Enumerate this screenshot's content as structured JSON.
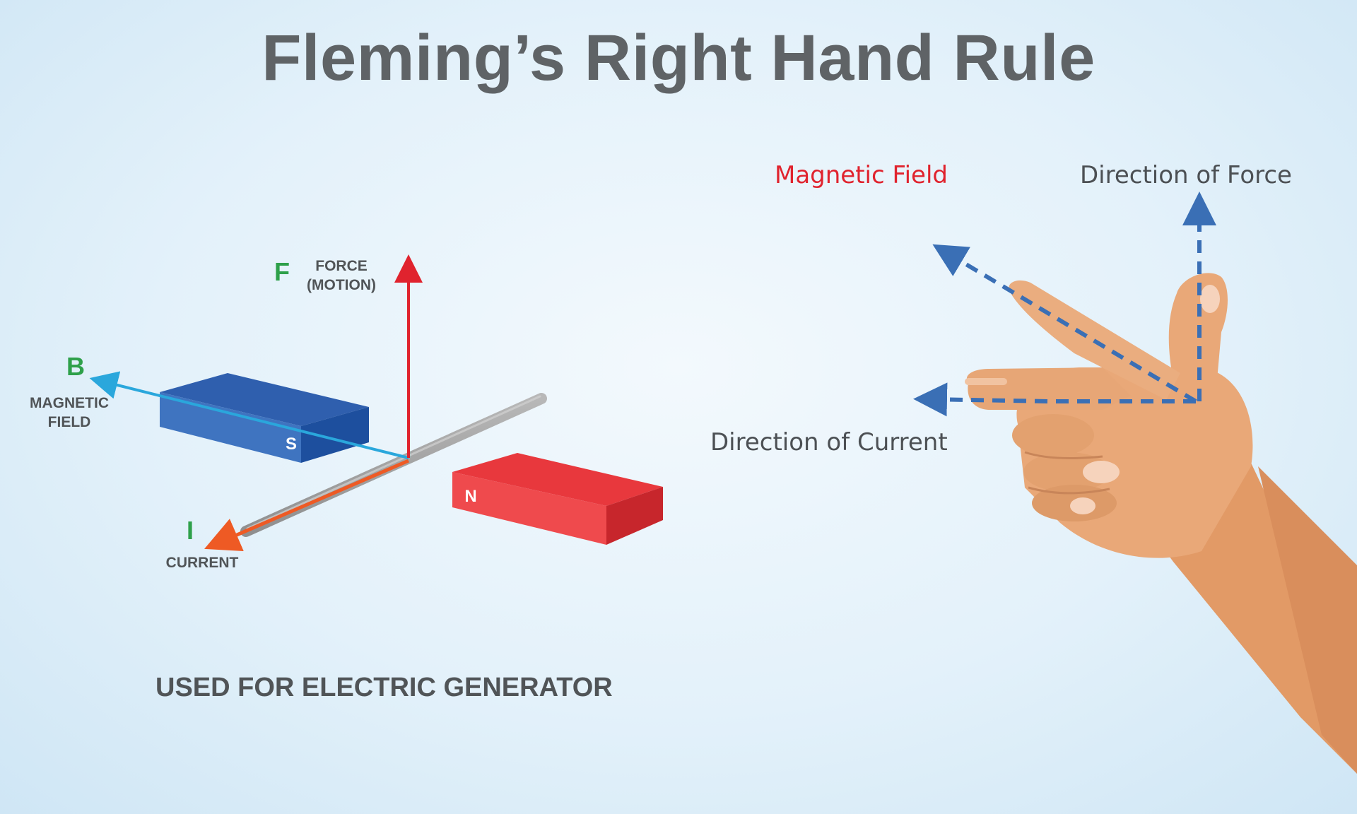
{
  "title": "Fleming’s Right Hand Rule",
  "generator": {
    "force_letter": "F",
    "force_label_line1": "FORCE",
    "force_label_line2": "(MOTION)",
    "field_letter": "B",
    "field_label_line1": "MAGNETIC",
    "field_label_line2": "FIELD",
    "current_letter": "I",
    "current_label": "CURRENT",
    "south_pole": "S",
    "north_pole": "N",
    "footer": "USED FOR ELECTRIC GENERATOR"
  },
  "hand": {
    "magnetic_field": "Magnetic Field",
    "direction_of_force": "Direction of Force",
    "direction_of_current": "Direction of Current"
  },
  "colors": {
    "force_arrow": "#e0232e",
    "field_arrow": "#2aa7dc",
    "current_arrow": "#ee5a24",
    "south_magnet": "#2f5fae",
    "north_magnet": "#e8383d",
    "letters": "#2ea04a",
    "hand_dash": "#3a6fb5",
    "skin": "#e9a878"
  }
}
